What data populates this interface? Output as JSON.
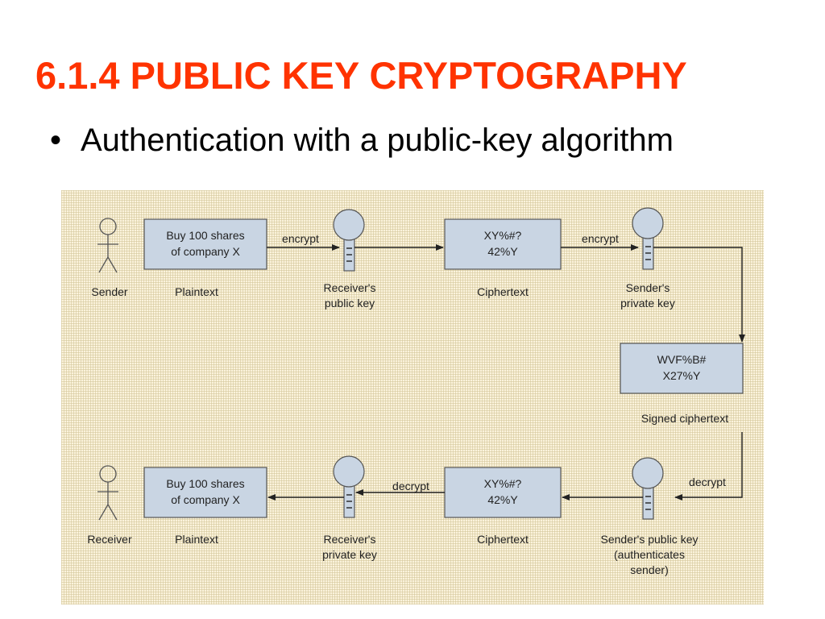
{
  "slide": {
    "title": "6.1.4 PUBLIC KEY CRYPTOGRAPHY",
    "bullet": "Authentication with a public-key algorithm"
  },
  "diagram": {
    "top": {
      "person_label": "Sender",
      "plaintext_box": [
        "Buy 100 shares",
        "of company X"
      ],
      "plaintext_label": "Plaintext",
      "encrypt1": "encrypt",
      "key1_label": [
        "Receiver's",
        "public key"
      ],
      "cipher_box": [
        "XY%#?",
        "42%Y"
      ],
      "cipher_label": "Ciphertext",
      "encrypt2": "encrypt",
      "key2_label": [
        "Sender's",
        "private key"
      ]
    },
    "signed": {
      "box": [
        "WVF%B#",
        "X27%Y"
      ],
      "label": "Signed ciphertext"
    },
    "bottom": {
      "decrypt_right": "decrypt",
      "key3_label": [
        "Sender's public key",
        "(authenticates",
        "sender)"
      ],
      "cipher_box": [
        "XY%#?",
        "42%Y"
      ],
      "cipher_label": "Ciphertext",
      "decrypt_left": "decrypt",
      "key4_label": [
        "Receiver's",
        "private key"
      ],
      "plaintext_box": [
        "Buy 100 shares",
        "of company X"
      ],
      "plaintext_label": "Plaintext",
      "person_label": "Receiver"
    }
  },
  "colors": {
    "title": "#ff3300",
    "box_fill": "#c9d5e3",
    "diagram_bg": "#fbf3dc"
  }
}
